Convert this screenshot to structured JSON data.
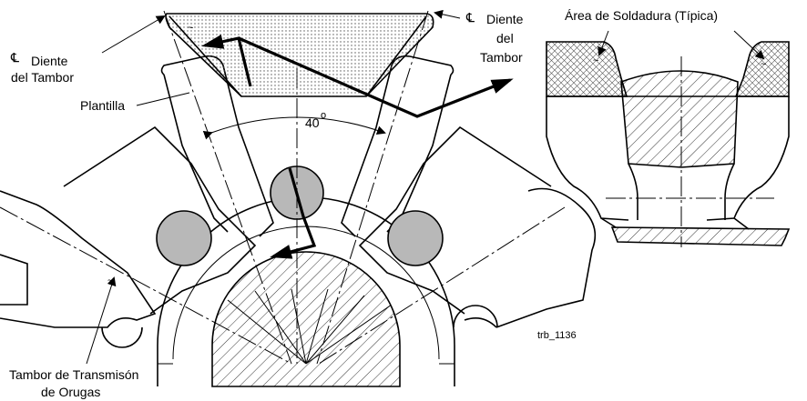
{
  "labels": {
    "cl_symbol": "℄",
    "diente_tambor_left": [
      "Diente",
      "del Tambor"
    ],
    "diente_tambor_right": [
      "Diente",
      "del",
      "Tambor"
    ],
    "plantilla": "Plantilla",
    "angle": "40",
    "angle_unit": "o",
    "area_soldadura": "Área de Soldadura (Típica)",
    "tambor_transmision": [
      "Tambor de Transmisón",
      "de Orugas"
    ],
    "figure_id": "trb_1136"
  },
  "colors": {
    "hole_fill": "#b8b8b8",
    "line": "#000000",
    "background": "#ffffff"
  }
}
